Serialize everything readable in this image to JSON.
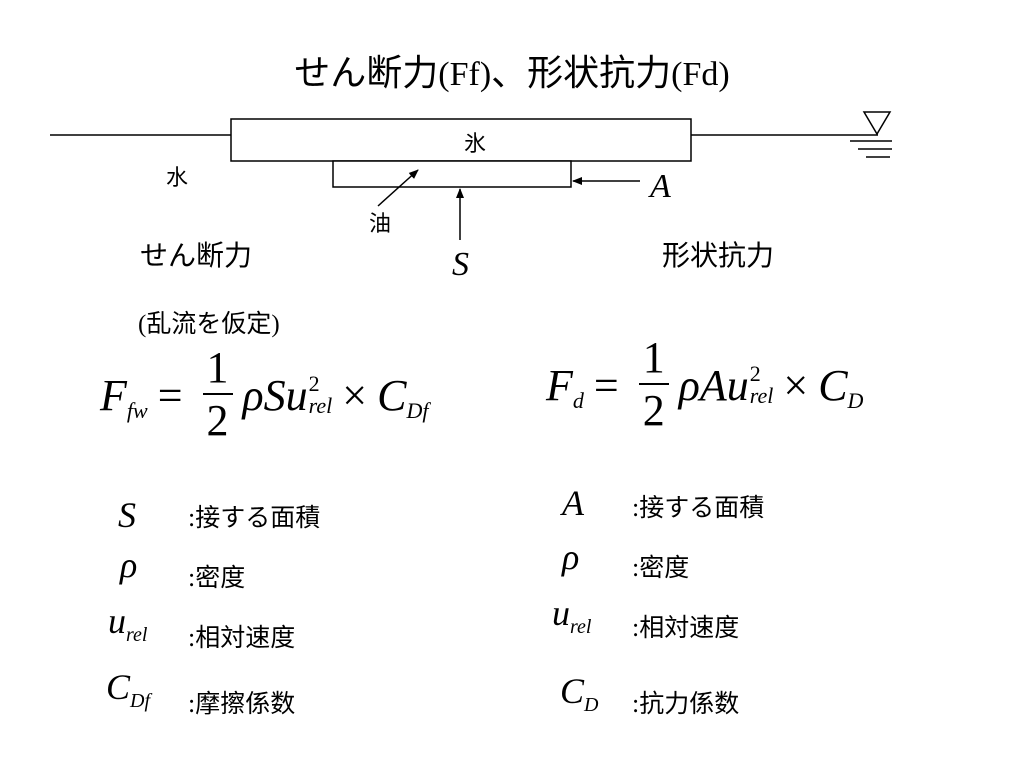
{
  "title": {
    "part1": "せん断力",
    "part2": "(Ff)",
    "part3": "、形状抗力",
    "part4": "(Fd)"
  },
  "diagram": {
    "ice_label": "氷",
    "water_label": "水",
    "oil_label": "油",
    "symbol_A": "A",
    "symbol_S": "S"
  },
  "shear": {
    "heading": "せん断力",
    "note_open": "(",
    "note_text": "乱流を仮定",
    "note_close": ")",
    "formula": {
      "lhs_main": "F",
      "lhs_sub": "fw",
      "equals": "=",
      "frac_num": "1",
      "frac_den": "2",
      "rho": "ρ",
      "area": "S",
      "u": "u",
      "u_sup": "2",
      "u_sub": "rel",
      "times": "×",
      "c": "C",
      "c_sub": "Df"
    }
  },
  "form": {
    "heading": "形状抗力",
    "formula": {
      "lhs_main": "F",
      "lhs_sub": "d",
      "equals": "=",
      "frac_num": "1",
      "frac_den": "2",
      "rho": "ρ",
      "area": "A",
      "u": "u",
      "u_sup": "2",
      "u_sub": "rel",
      "times": "×",
      "c": "C",
      "c_sub": "D"
    }
  },
  "legend_left": [
    {
      "sym": "S",
      "sub": "",
      "colon": ":",
      "desc": "接する面積"
    },
    {
      "sym": "ρ",
      "sub": "",
      "colon": ":",
      "desc": "密度"
    },
    {
      "sym": "u",
      "sub": "rel",
      "colon": ":",
      "desc": "相対速度"
    },
    {
      "sym": "C",
      "sub": "Df",
      "colon": ":",
      "desc": "摩擦係数"
    }
  ],
  "legend_right": [
    {
      "sym": "A",
      "sub": "",
      "colon": ":",
      "desc": "接する面積"
    },
    {
      "sym": "ρ",
      "sub": "",
      "colon": ":",
      "desc": "密度"
    },
    {
      "sym": "u",
      "sub": "rel",
      "colon": ":",
      "desc": "相対速度"
    },
    {
      "sym": "C",
      "sub": "D",
      "colon": ":",
      "desc": "抗力係数"
    }
  ]
}
